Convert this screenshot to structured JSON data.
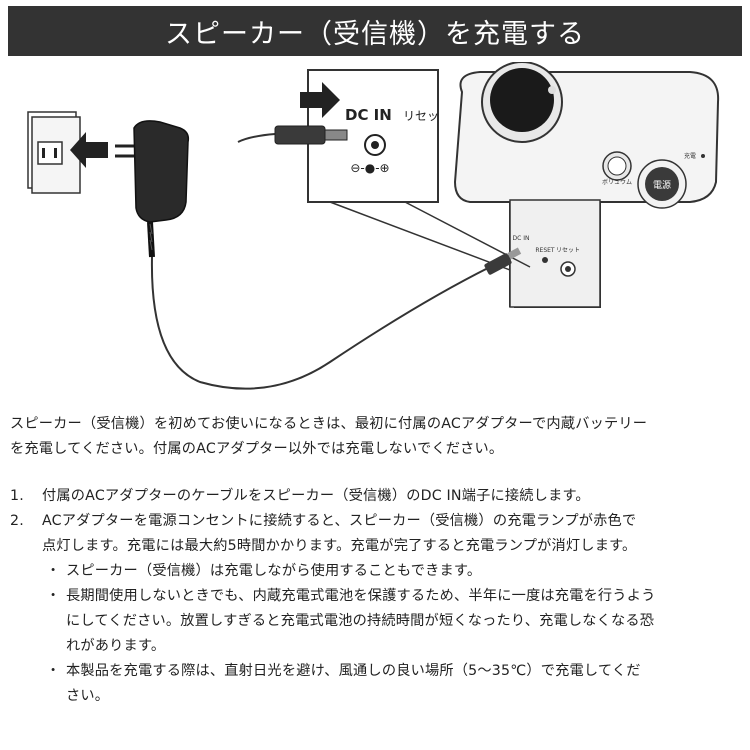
{
  "title": "スピーカー（受信機）を充電する",
  "illustration": {
    "dc_in_label": "DC IN",
    "reset_label": "リセッ",
    "power_button_label": "電源",
    "small_button_label": "ボリュウム",
    "port_label_1": "DC IN",
    "port_label_2": "RESET",
    "port_label_3": "リセット",
    "lamp_label": "充電",
    "polarity_symbol": "⊖-●-⊕",
    "icons": [
      "wall-outlet-icon",
      "ac-adapter-icon",
      "arrow-right-icon",
      "arrow-left-icon",
      "speaker-unit-icon"
    ]
  },
  "intro": [
    "スピーカー（受信機）を初めてお使いになるときは、最初に付属のACアダプターで内蔵バッテリー",
    "を充電してください。付属のACアダプター以外では充電しないでください。"
  ],
  "steps": [
    {
      "num": "1.",
      "lines": [
        "付属のACアダプターのケーブルをスピーカー（受信機）のDC IN端子に接続します。"
      ]
    },
    {
      "num": "2.",
      "lines": [
        "ACアダプターを電源コンセントに接続すると、スピーカー（受信機）の充電ランプが赤色で",
        "点灯します。充電には最大約5時間かかります。充電が完了すると充電ランプが消灯します。"
      ]
    }
  ],
  "notes": [
    {
      "bullet": "・",
      "lines": [
        "スピーカー（受信機）は充電しながら使用することもできます。"
      ]
    },
    {
      "bullet": "・",
      "lines": [
        "長期間使用しないときでも、内蔵充電式電池を保護するため、半年に一度は充電を行うよう",
        "にしてください。放置しすぎると充電式電池の持続時間が短くなったり、充電しなくなる恐",
        "れがあります。"
      ]
    },
    {
      "bullet": "・",
      "lines": [
        "本製品を充電する際は、直射日光を避け、風通しの良い場所（5～35℃）で充電してくだ",
        "さい。"
      ]
    }
  ]
}
